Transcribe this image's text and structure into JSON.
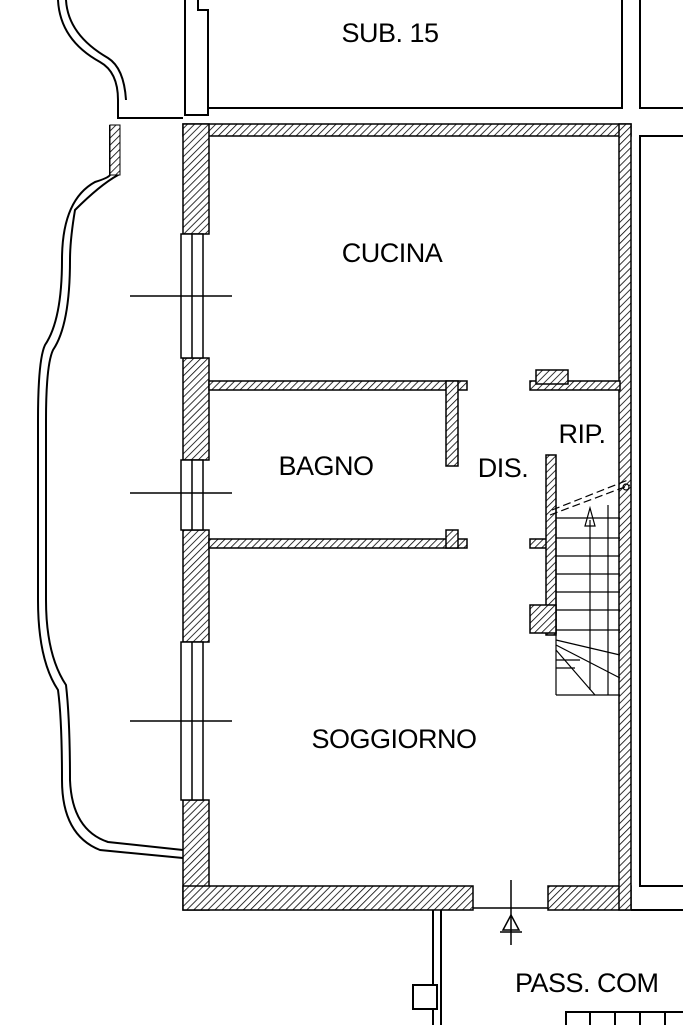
{
  "rooms": {
    "sub15": "SUB. 15",
    "cucina": "CUCINA",
    "bagno": "BAGNO",
    "dis": "DIS.",
    "rip": "RIP.",
    "soggiorno": "SOGGIORNO",
    "pass": "PASS. COM"
  },
  "colors": {
    "line": "#000000",
    "background": "#ffffff"
  }
}
